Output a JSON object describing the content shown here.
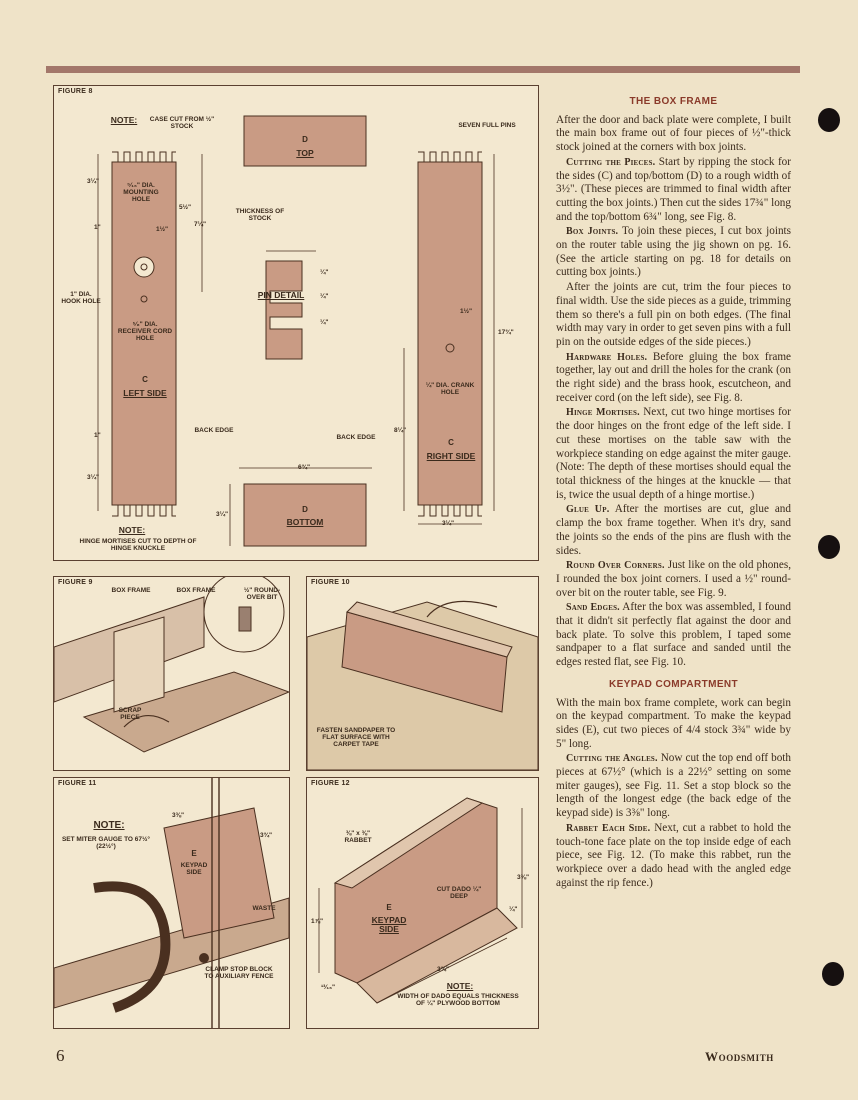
{
  "figures": {
    "fig8": {
      "label": "FIGURE 8",
      "note_top_head": "NOTE:",
      "note_top_body": "CASE CUT FROM ½\" STOCK",
      "top_letter": "D",
      "top_name": "TOP",
      "seven_full_pins": "SEVEN FULL PINS",
      "thickness_of_stock": "THICKNESS OF STOCK",
      "pin_detail": "PIN DETAIL",
      "mounting_hole": "⁵⁄₁₆\" DIA. MOUNTING HOLE",
      "hook_hole": "1\" DIA. HOOK HOLE",
      "receiver_hole": "⁵⁄₈\" DIA. RECEIVER CORD HOLE",
      "crank_hole": "¼\" DIA. CRANK HOLE",
      "left_letter": "C",
      "left_name": "LEFT SIDE",
      "right_letter": "C",
      "right_name": "RIGHT SIDE",
      "back_edge_left": "BACK EDGE",
      "back_edge_right": "BACK EDGE",
      "bottom_letter": "D",
      "bottom_name": "BOTTOM",
      "note_bottom_head": "NOTE:",
      "note_bottom_body": "HINGE MORTISES CUT TO DEPTH OF HINGE KNUCKLE",
      "dims": {
        "d_3_1_4_top": "3¼\"",
        "d_1": "1\"",
        "d_1_1_2": "1½\"",
        "d_5_1_2": "5½\"",
        "d_7_1_4": "7¼\"",
        "d_1_left_low": "1\"",
        "d_3_1_4_bottom": "3¼\"",
        "d_quarter_1": "¼\"",
        "d_quarter_2": "¼\"",
        "d_quarter_3": "¼\"",
        "d_1_1_2_r": "1½\"",
        "d_17_3_4": "17¾\"",
        "d_8_1_4": "8¼\"",
        "d_3_1_4_r": "3¼\"",
        "d_6_3_4": "6¾\"",
        "d_3_1_4_bot": "3¼\""
      }
    },
    "fig9": {
      "label": "FIGURE 9",
      "box_frame_1": "BOX FRAME",
      "box_frame_2": "BOX FRAME",
      "roundover": "½\" ROUND- OVER BIT",
      "scrap_piece": "SCRAP PIECE"
    },
    "fig10": {
      "label": "FIGURE 10",
      "fasten": "FASTEN SANDPAPER TO FLAT SURFACE WITH CARPET TAPE"
    },
    "fig11": {
      "label": "FIGURE 11",
      "note_head": "NOTE:",
      "note_body": "SET MITER GAUGE TO 67½° (22½°)",
      "d_3_3_8": "3⅜\"",
      "d_3_3_4": "3¾\"",
      "keypad_letter": "E",
      "keypad_side": "KEYPAD SIDE",
      "waste": "WASTE",
      "clamp": "CLAMP STOP BLOCK TO AUXILIARY FENCE"
    },
    "fig12": {
      "label": "FIGURE 12",
      "rabbet": "⅜\" x ⅜\" RABBET",
      "cut_dado": "CUT DADO ¼\" DEEP",
      "keypad_letter": "E",
      "keypad_side": "KEYPAD SIDE",
      "d_3_3_8": "3⅜\"",
      "d_1_7_8": "1⅞\"",
      "d_1_4": "¼\"",
      "d_3_3_4": "3¾\"",
      "d_13_16": "¹³⁄₁₆\"",
      "note_head": "NOTE:",
      "note_body": "WIDTH OF DADO EQUALS THICKNESS OF ¼\" PLYWOOD BOTTOM"
    }
  },
  "article": {
    "h1": "THE BOX FRAME",
    "p1": "After the door and back plate were complete, I built the main box frame out of four pieces of ½\"-thick stock joined at the corners with box joints.",
    "p2_head": "Cutting the Pieces.",
    "p2": " Start by ripping the stock for the sides (C) and top/bottom (D) to a rough width of 3½\". (These pieces are trimmed to final width after cutting the box joints.) Then cut the sides 17¾\" long and the top/bottom 6¾\" long, see Fig. 8.",
    "p3_head": "Box Joints.",
    "p3": " To join these pieces, I cut box joints on the router table using the jig shown on pg. 16. (See the article starting on pg. 18 for details on cutting box joints.)",
    "p4": "After the joints are cut, trim the four pieces to final width. Use the side pieces as a guide, trimming them so there's a full pin on both edges. (The final width may vary in order to get seven pins with a full pin on the outside edges of the side pieces.)",
    "p5_head": "Hardware Holes.",
    "p5": " Before gluing the box frame together, lay out and drill the holes for the crank (on the right side) and the brass hook, escutcheon, and receiver cord (on the left side), see Fig. 8.",
    "p6_head": "Hinge Mortises.",
    "p6": " Next, cut two hinge mortises for the door hinges on the front edge of the left side. I cut these mortises on the table saw with the workpiece standing on edge against the miter gauge. (Note: The depth of these mortises should equal the total thickness of the hinges at the knuckle — that is, twice the usual depth of a hinge mortise.)",
    "p7_head": "Glue Up.",
    "p7": " After the mortises are cut, glue and clamp the box frame together. When it's dry, sand the joints so the ends of the pins are flush with the sides.",
    "p8_head": "Round Over Corners.",
    "p8": " Just like on the old phones, I rounded the box joint corners. I used a ½\" round-over bit on the router table, see Fig. 9.",
    "p9_head": "Sand Edges.",
    "p9": " After the box was assembled, I found that it didn't sit perfectly flat against the door and back plate. To solve this problem, I taped some sandpaper to a flat surface and sanded until the edges rested flat, see Fig. 10.",
    "h2": "KEYPAD COMPARTMENT",
    "p10": "With the main box frame complete, work can begin on the keypad compartment. To make the keypad sides (E), cut two pieces of 4/4 stock 3¾\" wide by 5\" long.",
    "p11_head": "Cutting the Angles.",
    "p11": " Now cut the top end off both pieces at 67½° (which is a 22½° setting on some miter gauges), see Fig. 11. Set a stop block so the length of the longest edge (the back edge of the keypad side) is 3⅜\" long.",
    "p12_head": "Rabbet Each Side.",
    "p12": " Next, cut a rabbet to hold the touch-tone face plate on the top inside edge of each piece, see Fig. 12. (To make this rabbet, run the workpiece over a dado head with the angled edge against the rip fence.)"
  },
  "footer": {
    "page_number": "6",
    "brand": "Woodsmith"
  }
}
